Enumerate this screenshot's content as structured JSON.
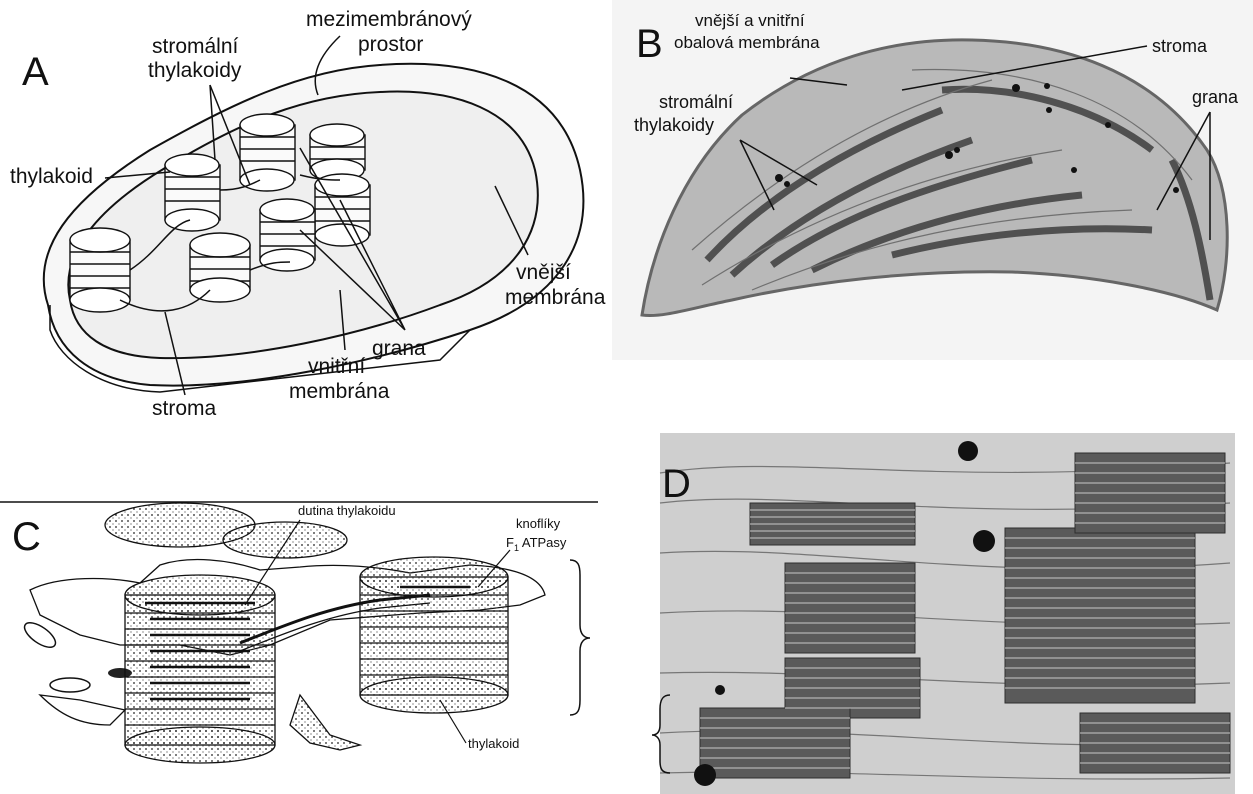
{
  "panels": {
    "a": {
      "letter": "A",
      "labels": {
        "intermembrane_space_1": "mezimembránový",
        "intermembrane_space_2": "prostor",
        "stromal_thylakoids_1": "stromální",
        "stromal_thylakoids_2": "thylakoidy",
        "thylakoid": "thylakoid",
        "outer_membrane_1": "vnější",
        "outer_membrane_2": "membrána",
        "grana": "grana",
        "inner_membrane_1": "vnitřní",
        "inner_membrane_2": "membrána",
        "stroma": "stroma"
      }
    },
    "b": {
      "letter": "B",
      "labels": {
        "envelope_1": "vnější a vnitřní",
        "envelope_2": "obalová membrána",
        "stroma": "stroma",
        "stromal_thylakoids_1": "stromální",
        "stromal_thylakoids_2": "thylakoidy",
        "grana": "grana"
      }
    },
    "c": {
      "letter": "C",
      "labels": {
        "lumen": "dutina thylakoidu",
        "knobs_1": "knoflíky",
        "knobs_2_prefix": "F",
        "knobs_2_sub": "1",
        "knobs_2_suffix": " ATPasy",
        "thylakoid": "thylakoid"
      }
    },
    "d": {
      "letter": "D"
    }
  },
  "colors": {
    "ink": "#111111",
    "em_background": "#cfcfcf",
    "em_stack": "#5a5a5a",
    "paper": "#ffffff"
  }
}
